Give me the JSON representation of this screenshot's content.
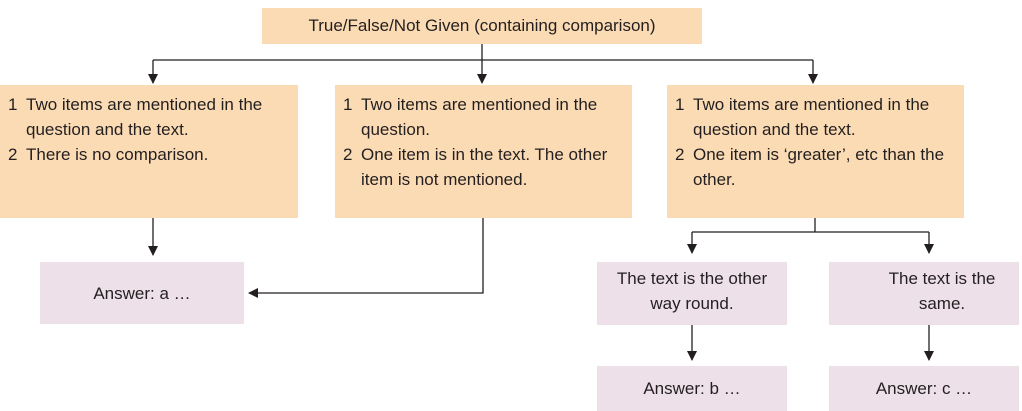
{
  "title": "True/False/Not Given (containing comparison)",
  "conditions": [
    {
      "lines": [
        {
          "num": "1",
          "text": "Two items are mentioned in the question and the text."
        },
        {
          "num": "2",
          "text": "There is no comparison."
        }
      ]
    },
    {
      "lines": [
        {
          "num": "1",
          "text": "Two items are mentioned in the question."
        },
        {
          "num": "2",
          "text": "One item is in the text. The other item is not mentioned."
        }
      ]
    },
    {
      "lines": [
        {
          "num": "1",
          "text": "Two items are mentioned in the question and the text."
        },
        {
          "num": "2",
          "text": "One item is ‘greater’, etc than the other."
        }
      ]
    }
  ],
  "outcomes": [
    {
      "text": "The text is the other way round."
    },
    {
      "text": "The text is the same."
    }
  ],
  "answers": [
    {
      "text": "Answer: a …"
    },
    {
      "text": "Answer: b …"
    },
    {
      "text": "Answer: c …"
    }
  ],
  "colors": {
    "peach": "#fbdbb4",
    "mauve": "#ede0e8",
    "line": "#231f20"
  }
}
